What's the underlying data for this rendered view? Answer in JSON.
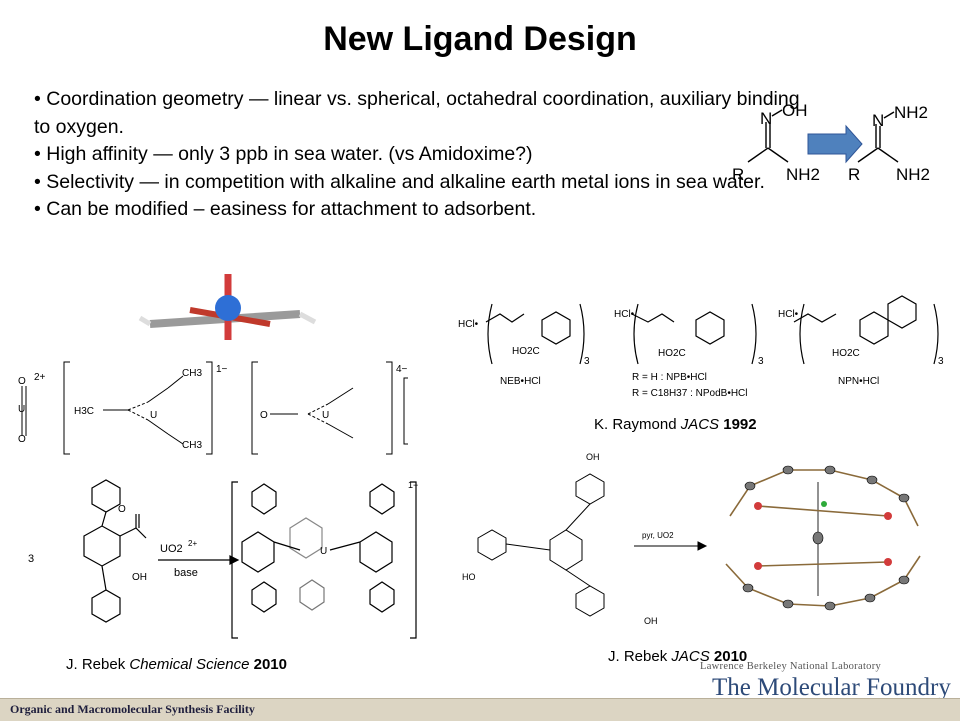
{
  "slide": {
    "title": "New Ligand Design",
    "bullets": [
      "• Coordination geometry — linear vs. spherical, octahedral coordination, auxiliary binding to oxygen.",
      "• High affinity — only 3 ppb in sea water. (vs Amidoxime?)",
      "• Selectivity — in competition with alkaline and alkaline earth metal ions in sea water.",
      "• Can be modified – easiness for attachment to adsorbent."
    ]
  },
  "reaction_scheme": {
    "left": {
      "atom_n": "N",
      "atom_oh": "OH",
      "atom_r": "R",
      "atom_nh2": "NH2"
    },
    "right": {
      "atom_n": "N",
      "atom_nh2_top": "NH2",
      "atom_r": "R",
      "atom_nh2": "NH2"
    },
    "arrow_color": "#4f81bd"
  },
  "figures": {
    "uranyl_complexes": {
      "charge_left": "2+",
      "charge_mid": "1−",
      "charge_right": "4−",
      "labels": [
        "O",
        "U",
        "O",
        "CH3",
        "H3C",
        "U",
        "CH3"
      ]
    },
    "raymond": {
      "ligands": [
        "NEB•HCl",
        "R = H : NPB•HCl",
        "R = C18H37 : NPodB•HCl",
        "NPN•HCl"
      ],
      "subscript": "3",
      "prefix": "HCl•",
      "group": "HO2C"
    },
    "rebek_chem_sci": {
      "reagent_top": "UO2",
      "reagent_sup": "2+",
      "reagent_bottom": "base",
      "charge": "1−",
      "group": "OH"
    },
    "rebek_jacs": {
      "reagent": "pyr, UO2"
    }
  },
  "captions": {
    "raymond": {
      "author": "K. Raymond",
      "journal": "JACS",
      "year": "1992"
    },
    "rebek_chem_sci": {
      "author": "J. Rebek",
      "journal": "Chemical Science",
      "year": "2010"
    },
    "rebek_jacs": {
      "author": "J. Rebek",
      "journal": "JACS",
      "year": "2010"
    }
  },
  "footer": {
    "left_text": "Organic and Macromolecular Synthesis Facility",
    "lab_name": "Lawrence Berkeley National Laboratory",
    "logo_text": "The Molecular Foundry"
  }
}
